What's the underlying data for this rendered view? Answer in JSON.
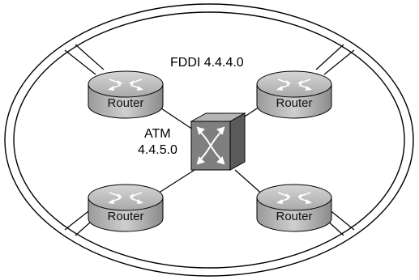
{
  "ring": {
    "label": "FDDI 4.4.4.0"
  },
  "switch": {
    "label_line1": "ATM",
    "label_line2": "4.4.5.0"
  },
  "routers": [
    {
      "label": "Router"
    },
    {
      "label": "Router"
    },
    {
      "label": "Router"
    },
    {
      "label": "Router"
    }
  ],
  "colors": {
    "router_top": "#c8c8c8",
    "router_side": "#8a8a8a",
    "switch_front": "#7f7f7f",
    "switch_top": "#b5b5b5",
    "switch_side": "#5a5a5a",
    "line": "#000000"
  }
}
